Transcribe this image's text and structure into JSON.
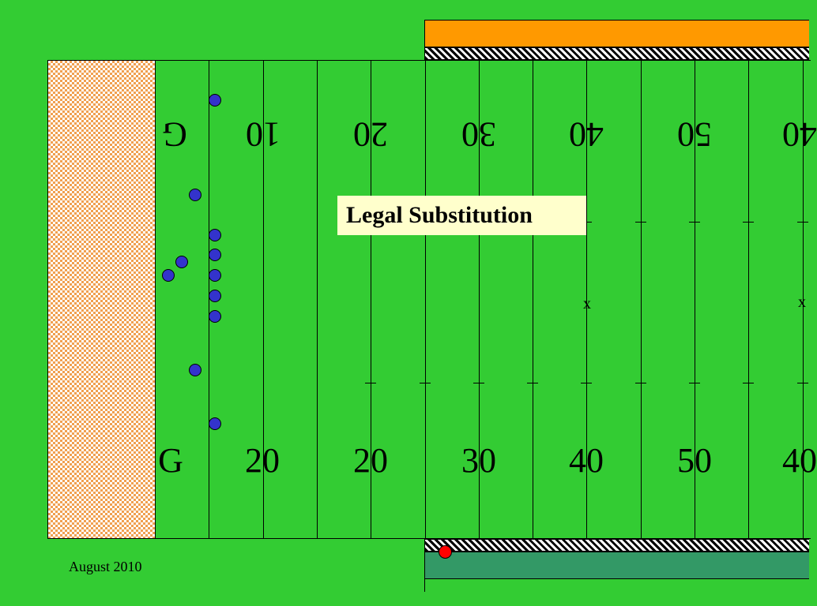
{
  "title": "Legal Substitution",
  "footer": {
    "date": "August 2010"
  },
  "field": {
    "top_numbers": [
      "G",
      "10",
      "20",
      "30",
      "40",
      "50",
      "40"
    ],
    "bottom_numbers": [
      "G",
      "20",
      "20",
      "30",
      "40",
      "50",
      "40"
    ],
    "x_marks": [
      "x",
      "x"
    ]
  },
  "players": {
    "team": "blue",
    "count": 11
  },
  "referee": {
    "color": "red"
  },
  "colors": {
    "field": "#33cc33",
    "top_band": "#ff9900",
    "bottom_band": "#339966",
    "players": "#3333cc",
    "referee": "#ff0000",
    "end_zone_pattern": "#f0a050",
    "title_box": "#ffffcc"
  }
}
